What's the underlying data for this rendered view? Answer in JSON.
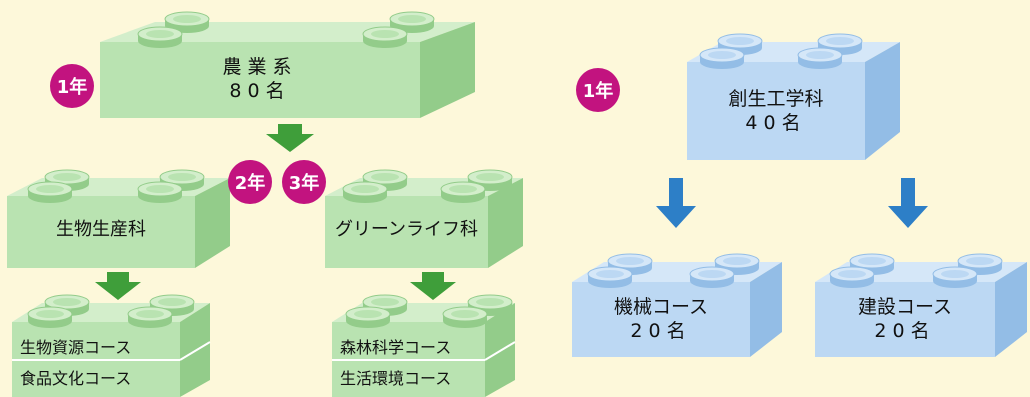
{
  "colors": {
    "background": "#fdf8da",
    "green_front": "#b9e3b1",
    "green_side": "#93cc8a",
    "green_top": "#d3eecb",
    "green_arrow": "#3f9e3a",
    "blue_front": "#bcd8f3",
    "blue_side": "#93bde6",
    "blue_top": "#d5e7f8",
    "blue_arrow": "#2d7fc7",
    "badge": "#c2137f"
  },
  "left": {
    "year1_badge": "1年",
    "top_block": {
      "name": "農業系",
      "count": "80名"
    },
    "badges_2_3": [
      "2年",
      "3年"
    ],
    "dept_seibutsu": "生物生産科",
    "dept_green": "グリーンライフ科",
    "courses_seibutsu": [
      "生物資源コース",
      "食品文化コース"
    ],
    "courses_green": [
      "森林科学コース",
      "生活環境コース"
    ]
  },
  "right": {
    "year1_badge": "1年",
    "top_block": {
      "name": "創生工学科",
      "count": "40名"
    },
    "course_kikai": {
      "name": "機械コース",
      "count": "20名"
    },
    "course_kensetsu": {
      "name": "建設コース",
      "count": "20名"
    }
  }
}
